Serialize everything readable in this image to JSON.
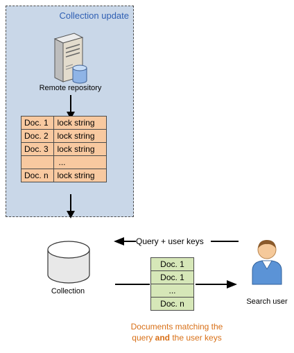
{
  "panel": {
    "title": "Collection update"
  },
  "repository": {
    "label": "Remote repository",
    "icon": "server-icon"
  },
  "lock_table": {
    "rows": [
      {
        "doc": "Doc. 1",
        "value": "lock string"
      },
      {
        "doc": "Doc. 2",
        "value": "lock string"
      },
      {
        "doc": "Doc. 3",
        "value": "lock string"
      },
      {
        "doc": "",
        "value": "..."
      },
      {
        "doc": "Doc. n",
        "value": "lock string"
      }
    ]
  },
  "collection": {
    "label": "Collection",
    "icon": "database-icon"
  },
  "query_arrow": {
    "label": "Query + user keys"
  },
  "result_table": {
    "rows": [
      "Doc. 1",
      "Doc. 1",
      "...",
      "Doc. n"
    ]
  },
  "user": {
    "label": "Search user",
    "icon": "user-icon"
  },
  "caption": {
    "line1": "Documents matching the",
    "line2_pre": "query ",
    "line2_bold": "and",
    "line2_post": " the user keys"
  },
  "colors": {
    "panel_bg": "#c9d7e8",
    "title": "#2f5fb3",
    "lock_cells": "#f8c9a0",
    "result_cells": "#d6e7b8",
    "caption": "#d86f16"
  }
}
